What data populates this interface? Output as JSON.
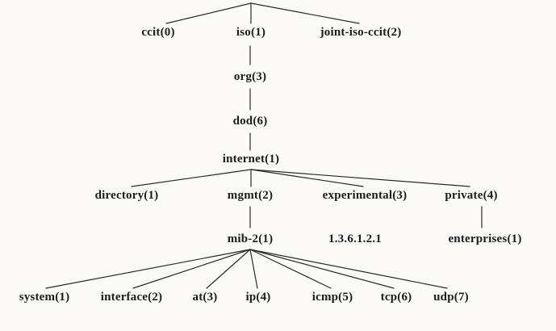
{
  "diagram": {
    "type": "tree",
    "description": "OID / MIB naming tree",
    "nodes": {
      "root": "",
      "ccit": "ccit(0)",
      "iso": "iso(1)",
      "joint_iso_ccit": "joint-iso-ccit(2)",
      "org": "org(3)",
      "dod": "dod(6)",
      "internet": "internet(1)",
      "directory": "directory(1)",
      "mgmt": "mgmt(2)",
      "experimental": "experimental(3)",
      "private": "private(4)",
      "mib2": "mib-2(1)",
      "enterprises": "enterprises(1)",
      "system": "system(1)",
      "interface": "interface(2)",
      "at": "at(3)",
      "ip": "ip(4)",
      "icmp": "icmp(5)",
      "tcp": "tcp(6)",
      "udp": "udp(7)"
    },
    "annotations": {
      "mib2_oid": "1.3.6.1.2.1"
    },
    "edges": [
      [
        "root",
        "ccit"
      ],
      [
        "root",
        "iso"
      ],
      [
        "root",
        "joint_iso_ccit"
      ],
      [
        "iso",
        "org"
      ],
      [
        "org",
        "dod"
      ],
      [
        "dod",
        "internet"
      ],
      [
        "internet",
        "directory"
      ],
      [
        "internet",
        "mgmt"
      ],
      [
        "internet",
        "experimental"
      ],
      [
        "internet",
        "private"
      ],
      [
        "mgmt",
        "mib2"
      ],
      [
        "private",
        "enterprises"
      ],
      [
        "mib2",
        "system"
      ],
      [
        "mib2",
        "interface"
      ],
      [
        "mib2",
        "at"
      ],
      [
        "mib2",
        "ip"
      ],
      [
        "mib2",
        "icmp"
      ],
      [
        "mib2",
        "tcp"
      ],
      [
        "mib2",
        "udp"
      ]
    ]
  }
}
